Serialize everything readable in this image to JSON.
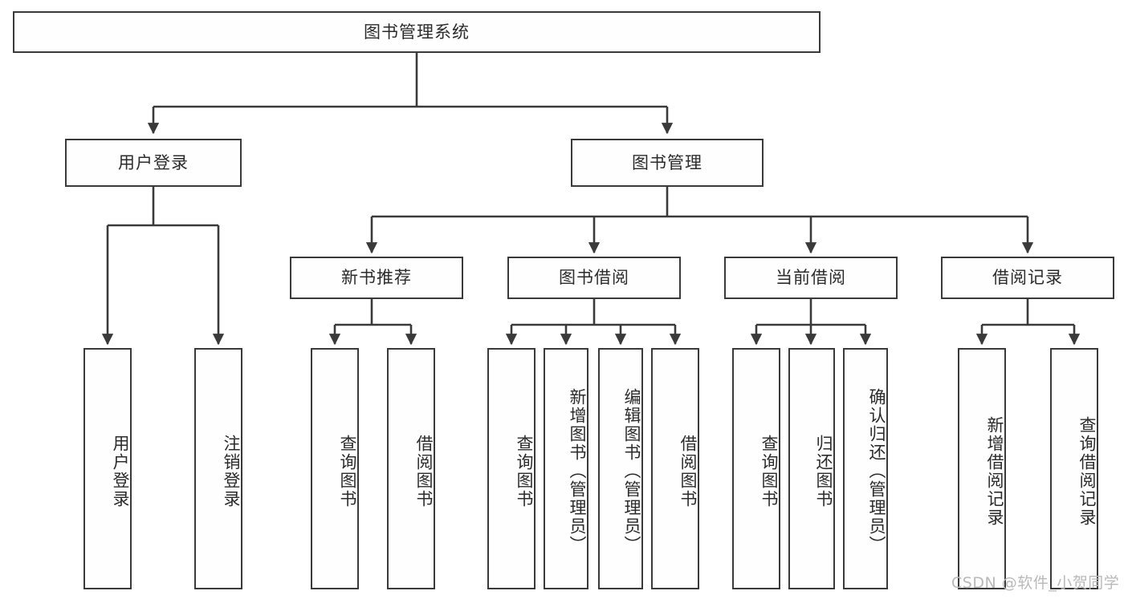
{
  "diagram": {
    "title": "图书管理系统",
    "type": "tree-hierarchy-chart",
    "root": {
      "id": "root",
      "label": "图书管理系统"
    },
    "level2": [
      {
        "id": "user-login",
        "label": "用户登录"
      },
      {
        "id": "book-manage",
        "label": "图书管理"
      }
    ],
    "level3": [
      {
        "id": "new-book-rec",
        "label": "新书推荐",
        "parent": "book-manage"
      },
      {
        "id": "book-borrow",
        "label": "图书借阅",
        "parent": "book-manage"
      },
      {
        "id": "current-borrow",
        "label": "当前借阅",
        "parent": "book-manage"
      },
      {
        "id": "borrow-record",
        "label": "借阅记录",
        "parent": "book-manage"
      }
    ],
    "leaves": [
      {
        "id": "leaf-user-login",
        "label": "用户登录",
        "parent": "user-login"
      },
      {
        "id": "leaf-logout",
        "label": "注销登录",
        "parent": "user-login"
      },
      {
        "id": "leaf-query-book-1",
        "label": "查询图书",
        "parent": "new-book-rec"
      },
      {
        "id": "leaf-borrow-book-1",
        "label": "借阅图书",
        "parent": "new-book-rec"
      },
      {
        "id": "leaf-query-book-2",
        "label": "查询图书",
        "parent": "book-borrow"
      },
      {
        "id": "leaf-add-book",
        "label": "新增图书（管理员）",
        "parent": "book-borrow"
      },
      {
        "id": "leaf-edit-book",
        "label": "编辑图书（管理员）",
        "parent": "book-borrow"
      },
      {
        "id": "leaf-borrow-book-2",
        "label": "借阅图书",
        "parent": "book-borrow"
      },
      {
        "id": "leaf-query-book-3",
        "label": "查询图书",
        "parent": "current-borrow"
      },
      {
        "id": "leaf-return-book",
        "label": "归还图书",
        "parent": "current-borrow"
      },
      {
        "id": "leaf-confirm-return",
        "label": "确认归还（管理员）",
        "parent": "current-borrow"
      },
      {
        "id": "leaf-add-record",
        "label": "新增借阅记录",
        "parent": "borrow-record"
      },
      {
        "id": "leaf-query-record",
        "label": "查询借阅记录",
        "parent": "borrow-record"
      }
    ],
    "colors": {
      "border": "#3a3a3a",
      "text": "#2b2b2b",
      "connector": "#3a3a3a",
      "background": "#ffffff",
      "watermark": "#b9b9b9"
    }
  },
  "watermark": {
    "text": "CSDN @软件_小贺同学"
  }
}
